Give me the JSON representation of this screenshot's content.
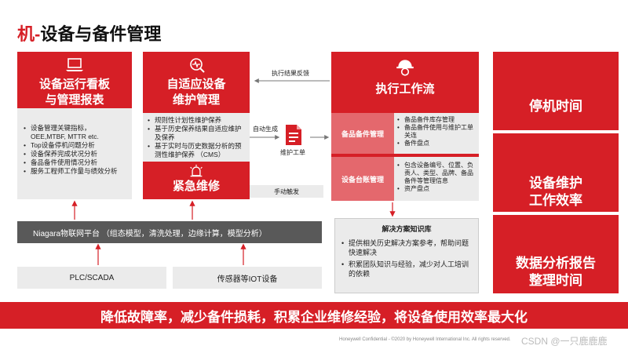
{
  "title": {
    "prefix": "机-",
    "main": "设备与备件管理"
  },
  "box1": {
    "title_line1": "设备运行看板",
    "title_line2": "与管理报表",
    "bullets": [
      "设备管理关键指标，OEE,MTBF, MTTR etc.",
      "Top设备停机问题分析",
      "设备保养完成状况分析",
      "备品备件使用情况分析",
      "服务工程师工作量与绩效分析"
    ]
  },
  "box2": {
    "title_line1": "自适应设备",
    "title_line2": "维护管理",
    "bullets": [
      "规则性计划性维护保养",
      "基于历史保养结果自适应维护及保养",
      "基于实时与历史数据分析的预测性维护保养 （CMS）"
    ]
  },
  "box3": {
    "title": "紧急维修"
  },
  "manual_trigger": "手动触发",
  "auto_generate": "自动生成",
  "work_order": "维护工单",
  "feedback": "执行结果反馈",
  "box4": {
    "title": "执行工作流"
  },
  "spare_parts": {
    "label": "备品备件管理",
    "bullets": [
      "备品备件库存管理",
      "备品备件使用与维护工单关连",
      "备件盘点"
    ]
  },
  "asset_ledger": {
    "label": "设备台账管理",
    "bullets": [
      "包含设备编号、位置、负责人、类型、品牌、备品备件等管理信息",
      "资产盘点"
    ]
  },
  "niagara": "Niagara物联网平台 （组态模型，清洗处理，边缘计算，模型分析）",
  "plc": "PLC/SCADA",
  "sensor": "传感器等IOT设备",
  "knowledge": {
    "title": "解决方案知识库",
    "bullets": [
      "提供相关历史解决方案参考，帮助问题快速解决",
      "积累团队知识与经验，减少对人工培训的依赖"
    ]
  },
  "right": {
    "box1": "停机时间",
    "box2_line1": "设备维护",
    "box2_line2": "工作效率",
    "box3_line1": "数据分析报告",
    "box3_line2": "整理时间"
  },
  "banner": "降低故障率，减少备件损耗，积累企业维修经验，将设备使用效率最大化",
  "footer": "Honeywell Confidential - ©2020 by Honeywell International Inc. All rights reserved.",
  "watermark": "CSDN @一只鹿鹿鹿",
  "colors": {
    "accent": "#d61f26",
    "panel": "#ebebeb",
    "bar": "#595959"
  }
}
